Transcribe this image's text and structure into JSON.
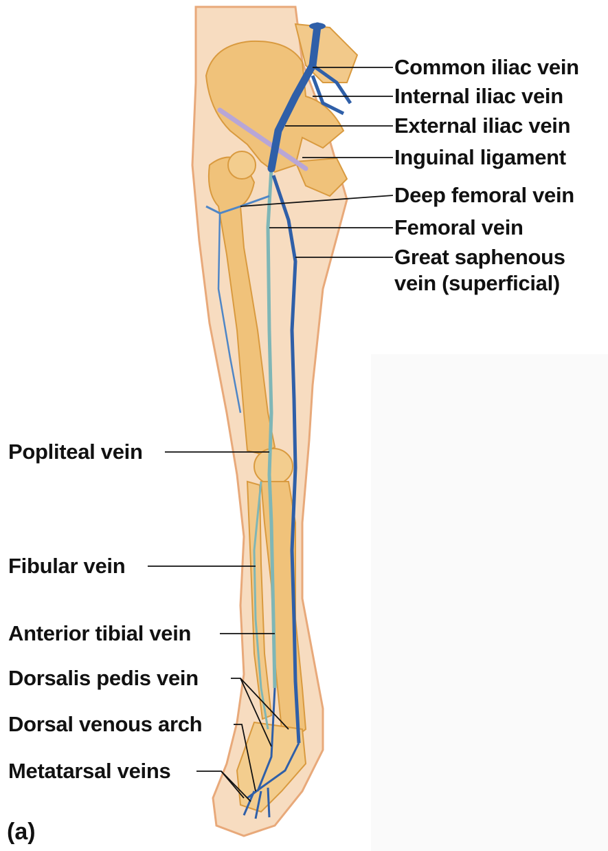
{
  "figure": {
    "panel_letter": "(a)",
    "labels_right": [
      "Common iliac vein",
      "Internal iliac vein",
      "External iliac vein",
      "Inguinal ligament",
      "Deep femoral vein",
      "Femoral vein",
      "Great saphenous",
      "vein (superficial)"
    ],
    "labels_left": [
      "Popliteal vein",
      "Fibular vein",
      "Anterior tibial vein",
      "Dorsalis pedis vein",
      "Dorsal venous arch",
      "Metatarsal veins"
    ]
  },
  "colors": {
    "skin": "#f7dcc0",
    "skin_edge": "#e8a97a",
    "bone": "#f0c27a",
    "bone_shade": "#d99a3f",
    "deep_vein": "#7fb6b6",
    "superficial_vein": "#2f5fa8",
    "ligament": "#b8a6d6"
  }
}
